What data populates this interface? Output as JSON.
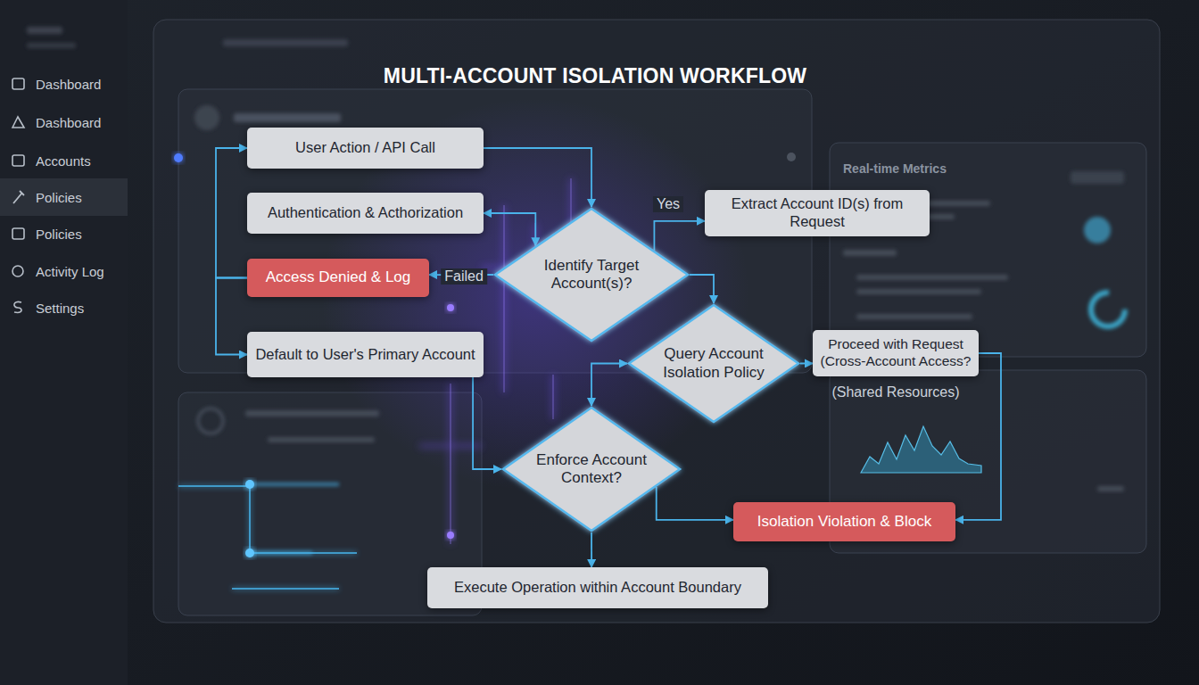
{
  "diagram": {
    "title": "MULTI-ACCOUNT ISOLATION WORKFLOW",
    "nodes": [
      {
        "text": [
          "User Action / API Call"
        ]
      },
      {
        "text": [
          "Authentication & Acthorization"
        ]
      },
      {
        "text": [
          "Access Denied & Log"
        ]
      },
      {
        "text": [
          "Default to User's Primary Account"
        ]
      },
      {
        "text": [
          "Identify Target Account(s)?"
        ]
      },
      {
        "text": [
          "Extract Account ID(s) from Request"
        ]
      },
      {
        "text": [
          "Query Account Isolation Policy"
        ]
      },
      {
        "text": [
          "Proceed with Request (Cross-Account Access?",
          "(Shared Resources)"
        ]
      },
      {
        "text": [
          "Enforce Account Context?"
        ]
      },
      {
        "text": [
          "Isolation Violation & Block"
        ]
      },
      {
        "text": [
          "Execute Operation within Account Boundary"
        ]
      }
    ],
    "edges": [
      {
        "from": 0,
        "to": 4,
        "arrow": "to"
      },
      {
        "from": 1,
        "to": 4,
        "arrow": "both"
      },
      {
        "from": 4,
        "to": 2,
        "label": "Failed",
        "arrow": "to"
      },
      {
        "from": 4,
        "to": 5,
        "label": "Yes",
        "arrow": "to"
      },
      {
        "from": 4,
        "to": 6,
        "arrow": "to"
      },
      {
        "from": 2,
        "to": 0,
        "arrow": "to"
      },
      {
        "from": 2,
        "to": 3,
        "arrow": "to"
      },
      {
        "from": 3,
        "to": 8,
        "arrow": "to"
      },
      {
        "from": 6,
        "to": 8,
        "arrow": "both"
      },
      {
        "from": 6,
        "to": 7,
        "arrow": "to"
      },
      {
        "from": 8,
        "to": 9,
        "arrow": "to"
      },
      {
        "from": 7,
        "to": 9,
        "arrow": "to"
      },
      {
        "from": 8,
        "to": 10,
        "arrow": "to"
      }
    ],
    "labels": [
      "Dashboard",
      "Dashboard",
      "Accounts",
      "Policies",
      "Policies",
      "Activity Log",
      "Settings",
      "Real-time Metrics"
    ]
  }
}
